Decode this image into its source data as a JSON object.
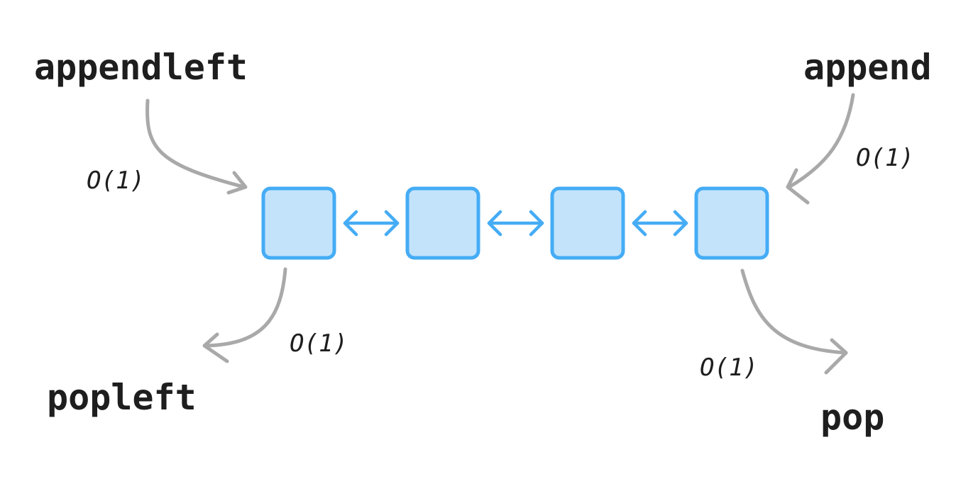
{
  "operations": {
    "appendleft": {
      "label": "appendleft",
      "cost": "O(1)"
    },
    "append": {
      "label": "append",
      "cost": "O(1)"
    },
    "popleft": {
      "label": "popleft",
      "cost": "O(1)"
    },
    "pop": {
      "label": "pop",
      "cost": "O(1)"
    }
  },
  "deque": {
    "node_count": 4,
    "link_type": "bidirectional"
  },
  "colors": {
    "node_fill": "#c3e3fb",
    "node_stroke": "#45acf5",
    "flow_arrow": "#a9a9a9",
    "text": "#1e1e1e"
  }
}
